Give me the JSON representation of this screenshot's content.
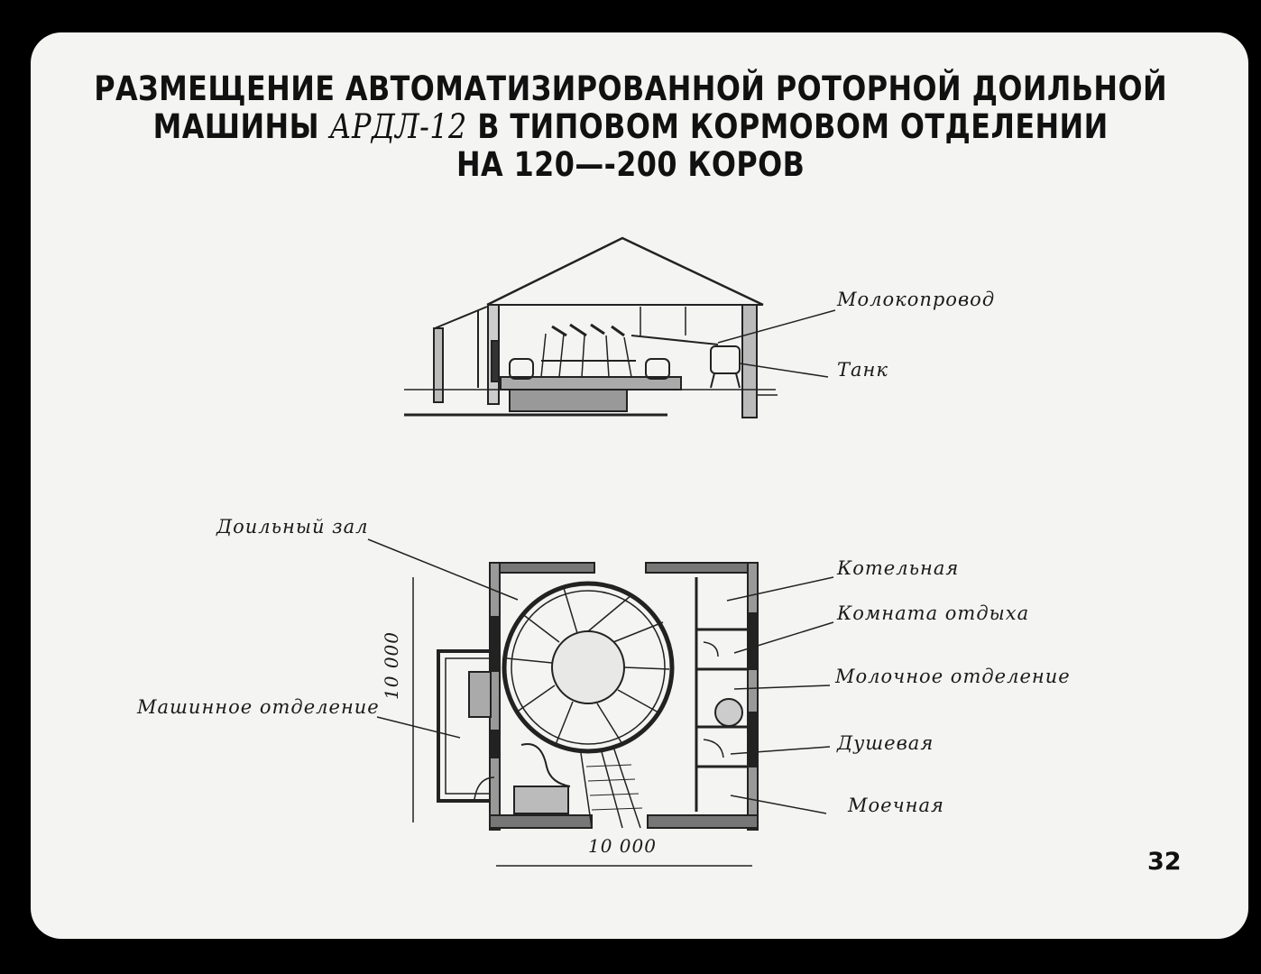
{
  "title": {
    "line1": "РАЗМЕЩЕНИЕ АВТОМАТИЗИРОВАННОЙ РОТОРНОЙ ДОИЛЬНОЙ",
    "line2_a": "МАШИНЫ ",
    "line2_model": "АРДЛ-12",
    "line2_b": " В ТИПОВОМ КОРМОВОМ ОТДЕЛЕНИИ",
    "line3": "НА 120—-200 КОРОВ"
  },
  "section_labels": {
    "milk_pipeline": "Молокопровод",
    "tank": "Танк"
  },
  "plan_labels": {
    "milking_hall": "Доильный зал",
    "machine_room": "Машинное отделение",
    "boiler_room": "Котельная",
    "rest_room": "Комната отдыха",
    "milk_room": "Молочное отделение",
    "shower": "Душевая",
    "washroom": "Моечная"
  },
  "dimensions": {
    "vertical": "10 000",
    "horizontal": "10 000"
  },
  "page_number": "32",
  "colors": {
    "background": "#000000",
    "paper": "#f4f4f2",
    "ink": "#111111"
  }
}
